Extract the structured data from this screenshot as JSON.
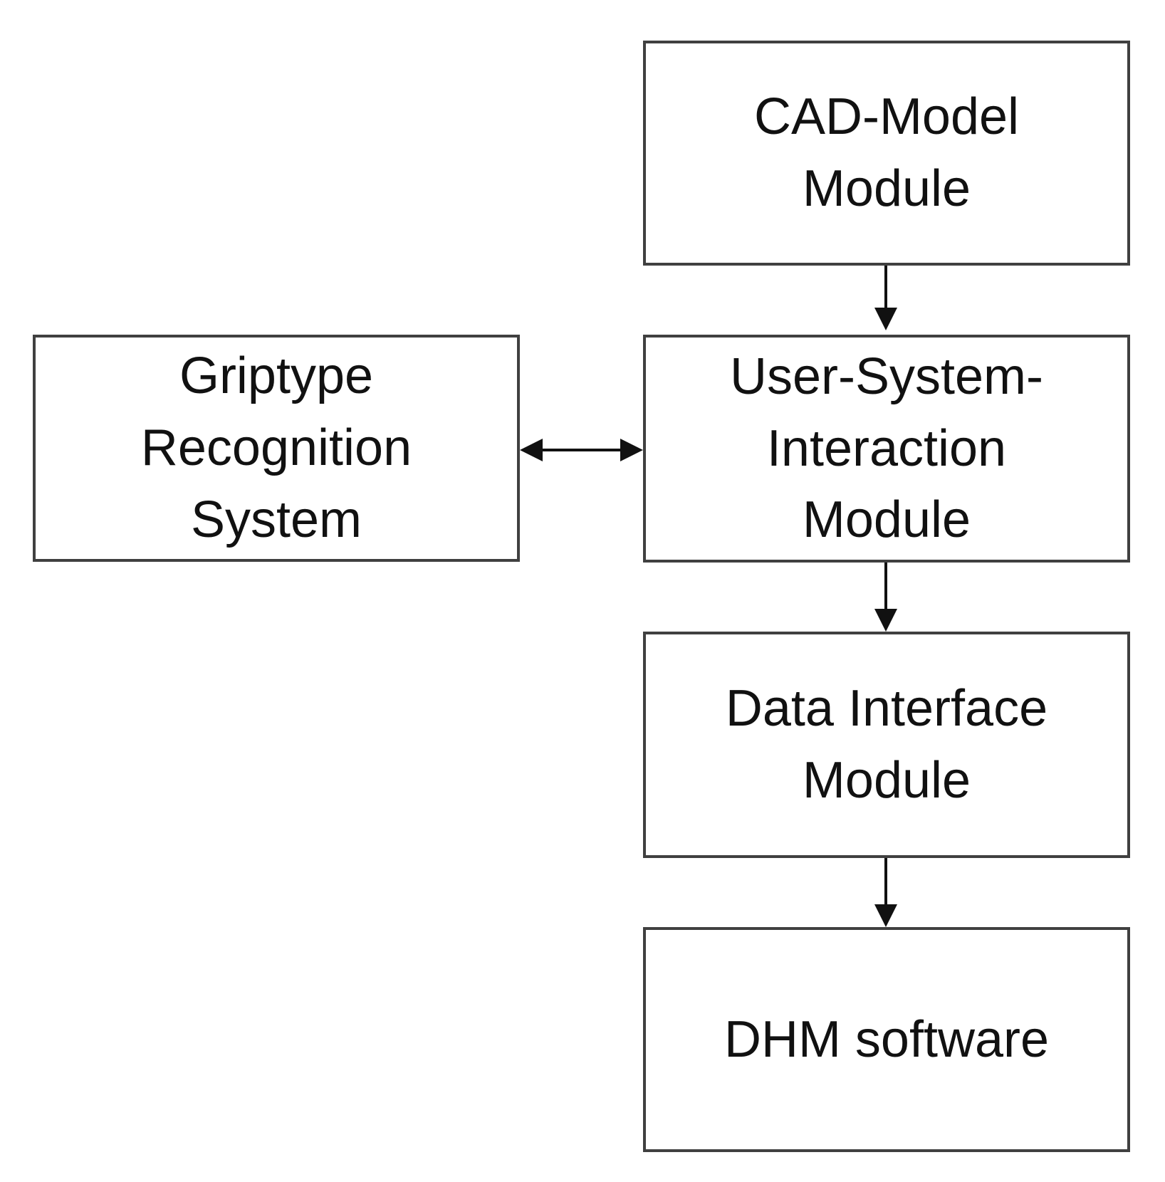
{
  "diagram": {
    "colors": {
      "background": "#ffffff",
      "box_border": "#404040",
      "text": "#111111",
      "arrow": "#111111"
    },
    "nodes": [
      {
        "id": "cad-model-module",
        "label": "CAD-Model\nModule"
      },
      {
        "id": "griptype-recognition-system",
        "label": "Griptype\nRecognition\nSystem"
      },
      {
        "id": "user-system-interaction-module",
        "label": "User-System-\nInteraction\nModule"
      },
      {
        "id": "data-interface-module",
        "label": "Data Interface\nModule"
      },
      {
        "id": "dhm-software",
        "label": "DHM software"
      }
    ],
    "edges": [
      {
        "from": "cad-model-module",
        "to": "user-system-interaction-module",
        "direction": "down",
        "style": "single-arrow"
      },
      {
        "from": "griptype-recognition-system",
        "to": "user-system-interaction-module",
        "direction": "horizontal",
        "style": "double-arrow"
      },
      {
        "from": "user-system-interaction-module",
        "to": "data-interface-module",
        "direction": "down",
        "style": "single-arrow"
      },
      {
        "from": "data-interface-module",
        "to": "dhm-software",
        "direction": "down",
        "style": "single-arrow"
      }
    ]
  }
}
